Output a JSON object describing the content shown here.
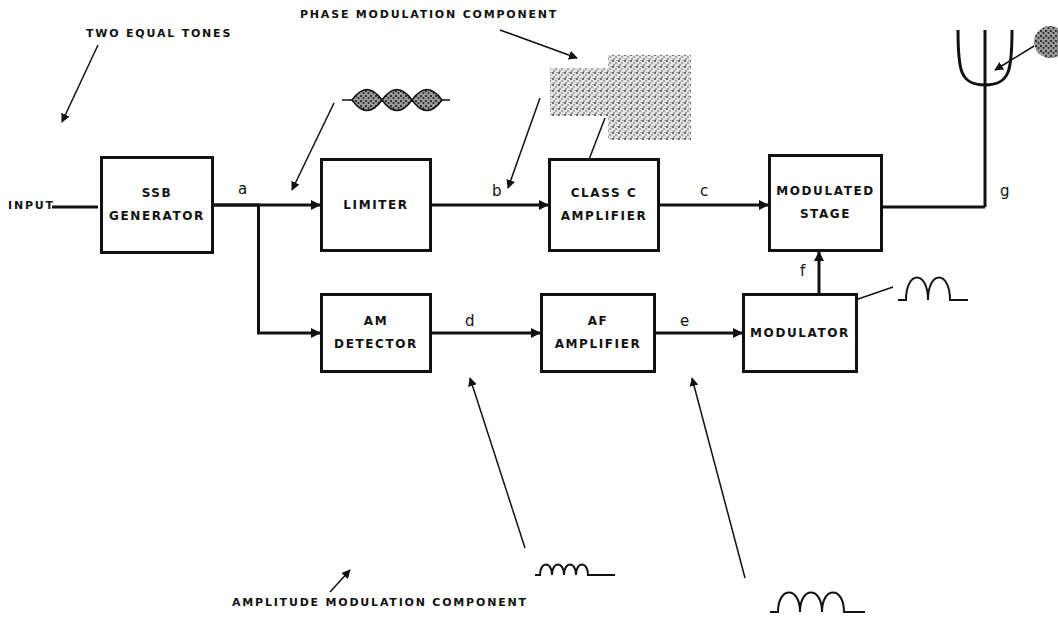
{
  "diagram": {
    "nodes": [
      {
        "text": [
          "SSB GENERATOR"
        ]
      },
      {
        "text": [
          "LIMITER"
        ]
      },
      {
        "text": [
          "CLASS C AMPLIFIER"
        ]
      },
      {
        "text": [
          "MODULATED STAGE"
        ]
      },
      {
        "text": [
          "AM DETECTOR"
        ]
      },
      {
        "text": [
          "AF AMPLIFIER"
        ]
      },
      {
        "text": [
          "MODULATOR"
        ]
      }
    ],
    "edges": [
      {
        "from": 0,
        "to": 1,
        "arrow": "to"
      },
      {
        "from": 0,
        "to": 4,
        "arrow": "to"
      },
      {
        "from": 1,
        "to": 2,
        "arrow": "to",
        "label": "b"
      },
      {
        "from": 2,
        "to": 3,
        "arrow": "to",
        "label": "c"
      },
      {
        "from": 4,
        "to": 5,
        "arrow": "to",
        "label": "d"
      },
      {
        "from": 5,
        "to": 6,
        "arrow": "to",
        "label": "e"
      },
      {
        "from": 6,
        "to": 3,
        "arrow": "to",
        "label": "f"
      }
    ],
    "labels": [
      "TWO EQUAL TONES",
      "INPUT",
      "a",
      "PHASE MODULATION COMPONENT",
      "g",
      "AMPLITUDE MODULATION COMPONENT"
    ]
  }
}
